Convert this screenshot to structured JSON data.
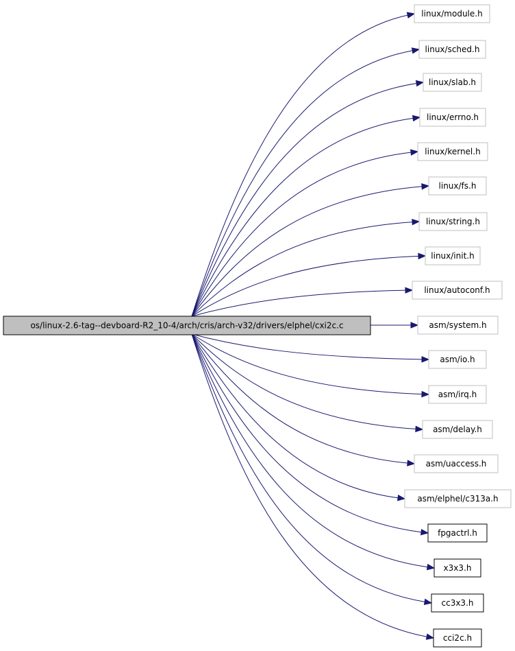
{
  "diagram": {
    "root": {
      "label": "os/linux-2.6-tag--devboard-R2_10-4/arch/cris/arch-v32/drivers/elphel/cxi2c.c",
      "kind": "root"
    },
    "includes": [
      {
        "label": "linux/module.h",
        "kind": "system"
      },
      {
        "label": "linux/sched.h",
        "kind": "system"
      },
      {
        "label": "linux/slab.h",
        "kind": "system"
      },
      {
        "label": "linux/errno.h",
        "kind": "system"
      },
      {
        "label": "linux/kernel.h",
        "kind": "system"
      },
      {
        "label": "linux/fs.h",
        "kind": "system"
      },
      {
        "label": "linux/string.h",
        "kind": "system"
      },
      {
        "label": "linux/init.h",
        "kind": "system"
      },
      {
        "label": "linux/autoconf.h",
        "kind": "system"
      },
      {
        "label": "asm/system.h",
        "kind": "system"
      },
      {
        "label": "asm/io.h",
        "kind": "system"
      },
      {
        "label": "asm/irq.h",
        "kind": "system"
      },
      {
        "label": "asm/delay.h",
        "kind": "system"
      },
      {
        "label": "asm/uaccess.h",
        "kind": "system"
      },
      {
        "label": "asm/elphel/c313a.h",
        "kind": "system"
      },
      {
        "label": "fpgactrl.h",
        "kind": "local"
      },
      {
        "label": "x3x3.h",
        "kind": "local"
      },
      {
        "label": "cc3x3.h",
        "kind": "local"
      },
      {
        "label": "cci2c.h",
        "kind": "local"
      }
    ],
    "colors": {
      "edge": "#191970",
      "root_fill": "#bfbfbf",
      "system_border": "#bfbfbf",
      "local_border": "#000000"
    }
  }
}
